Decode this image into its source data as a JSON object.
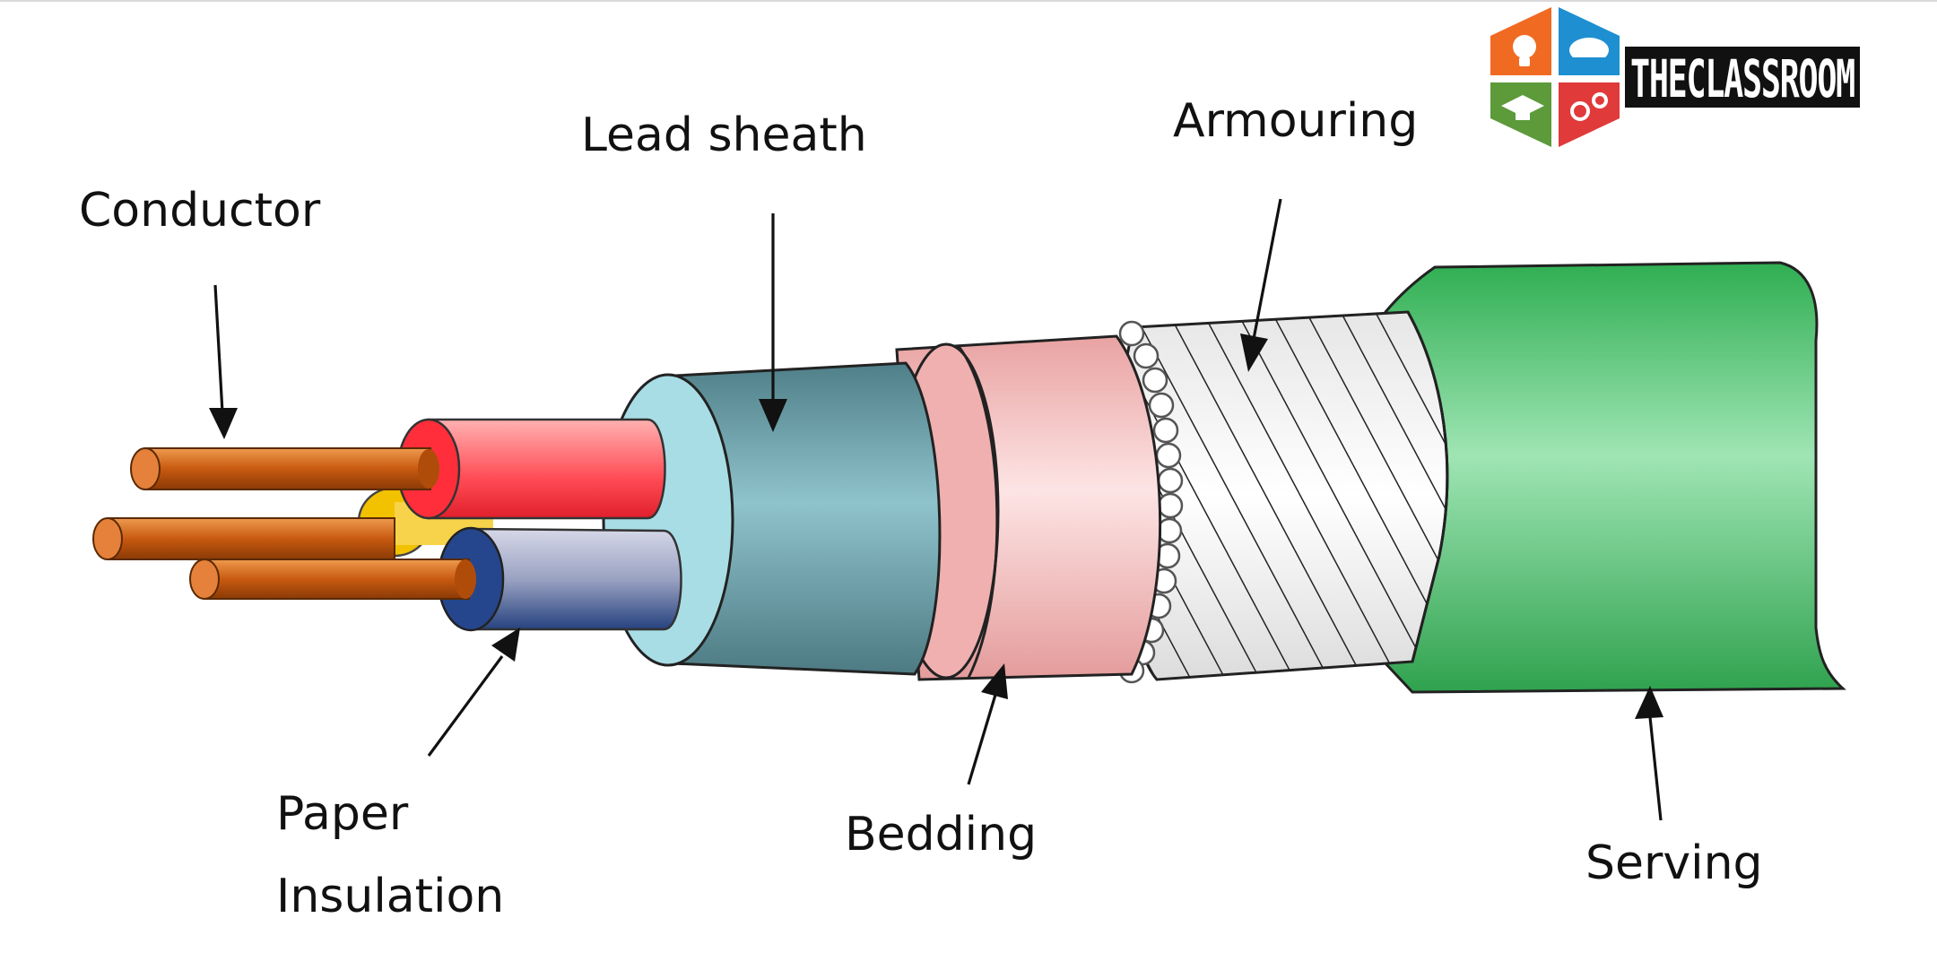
{
  "labels": {
    "conductor": "Conductor",
    "lead_sheath": "Lead sheath",
    "armouring": "Armouring",
    "paper_line1": "Paper",
    "paper_line2": "Insulation",
    "bedding": "Bedding",
    "serving": "Serving"
  },
  "logo": {
    "text": "THECLASSROOM"
  },
  "colors": {
    "conductor": "#c85a10",
    "insulation_red": "#ff3a44",
    "insulation_yellow": "#f2c200",
    "insulation_blue": "#25468c",
    "lead_sheath": "#6e9ea6",
    "lead_sheath_edge": "#a8dde6",
    "bedding": "#f0b6b6",
    "armouring": "#f2f2f2",
    "serving": "#44c268",
    "logo_orange": "#f06a22",
    "logo_blue": "#1e8fd0",
    "logo_green": "#5c9a3a",
    "logo_red": "#e03a3a"
  }
}
